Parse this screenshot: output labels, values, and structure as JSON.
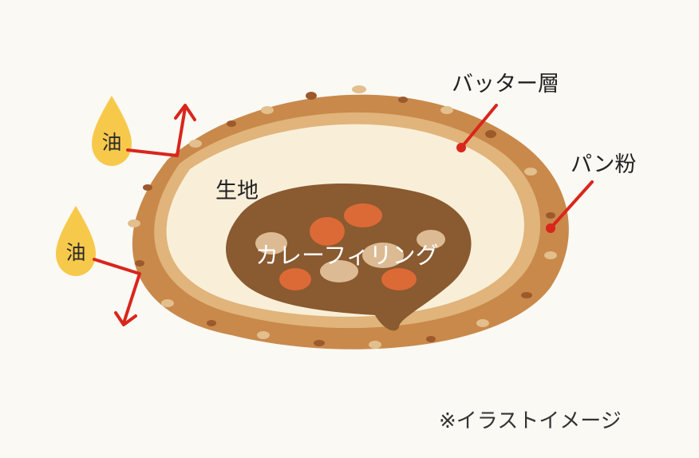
{
  "labels": {
    "butter_layer": "バッター層",
    "bread_crumb": "パン粉",
    "dough": "生地",
    "curry_filling": "カレーフィリング",
    "oil_top": "油",
    "oil_bottom": "油"
  },
  "note": "※イラストイメージ",
  "colors": {
    "crust": "#c9894b",
    "crumb_light": "#e2bf8d",
    "crumb_dark": "#9c5a2c",
    "butter_layer": "#e0b47a",
    "dough": "#f9efd9",
    "filling": "#8a5a30",
    "carrot": "#dc6a36",
    "potato": "#dcbb94",
    "oil": "#f7c94b",
    "arrow": "#d9261c"
  },
  "icons": {
    "oil_drop": "oil-drop-icon",
    "arrow": "arrow-icon"
  }
}
